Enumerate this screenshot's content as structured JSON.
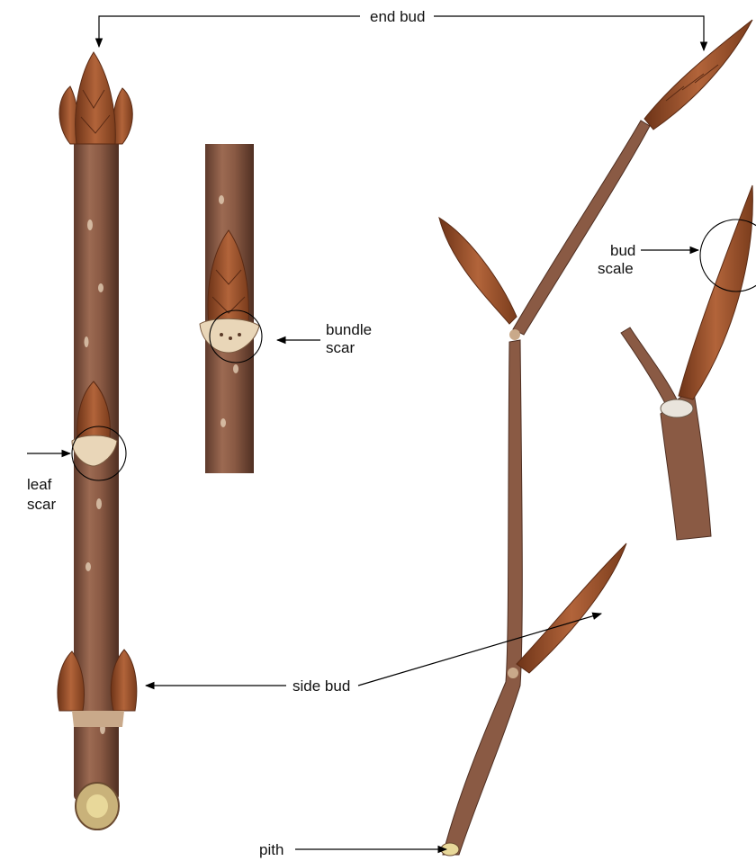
{
  "labels": {
    "end_bud": "end bud",
    "bundle_scar_1": "bundle",
    "bundle_scar_2": "scar",
    "leaf_scar_1": "leaf",
    "leaf_scar_2": "scar",
    "bud_scale_1": "bud",
    "bud_scale_2": "scale",
    "side_bud": "side bud",
    "pith": "pith"
  },
  "colors": {
    "bark": "#8a5a44",
    "bark_dark": "#5e3a2c",
    "bark_light": "#b98c70",
    "bud": "#a4562e",
    "bud_dark": "#6e3418",
    "scar": "#e9d6b8",
    "pith": "#e8d89a"
  }
}
